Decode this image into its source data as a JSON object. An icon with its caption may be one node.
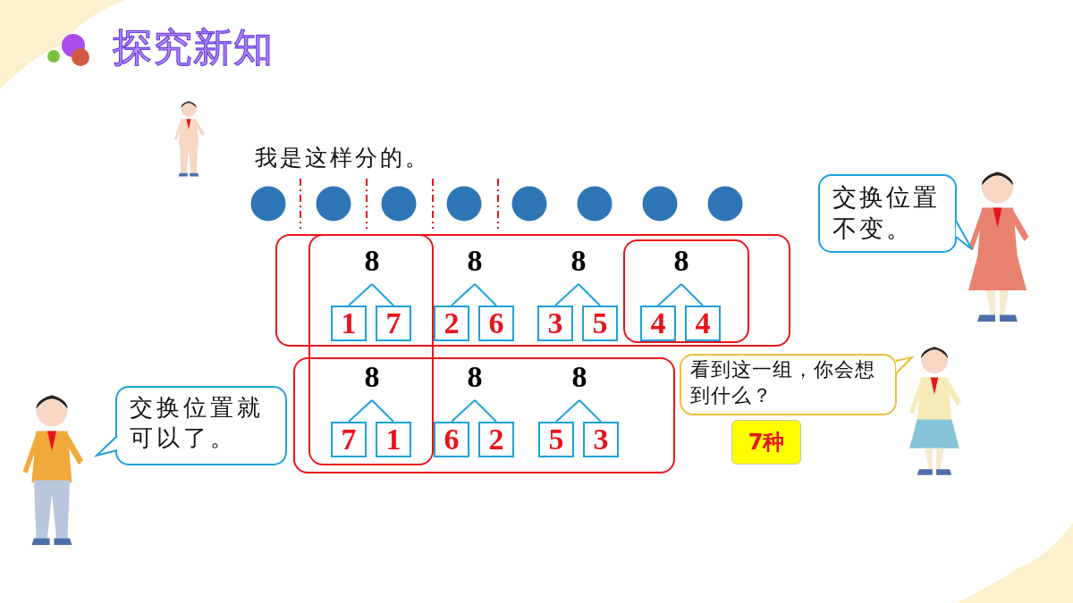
{
  "diagram": {
    "title": "探究新知",
    "nodes": [
      {
        "text": [
          "8"
        ]
      },
      {
        "text": [
          "1"
        ]
      },
      {
        "text": [
          "7"
        ]
      },
      {
        "text": [
          "8"
        ]
      },
      {
        "text": [
          "2"
        ]
      },
      {
        "text": [
          "6"
        ]
      },
      {
        "text": [
          "8"
        ]
      },
      {
        "text": [
          "3"
        ]
      },
      {
        "text": [
          "5"
        ]
      },
      {
        "text": [
          "8"
        ]
      },
      {
        "text": [
          "4"
        ]
      },
      {
        "text": [
          "4"
        ]
      },
      {
        "text": [
          "交换位置不变。"
        ]
      },
      {
        "text": [
          "8"
        ]
      },
      {
        "text": [
          "7"
        ]
      },
      {
        "text": [
          "1"
        ]
      },
      {
        "text": [
          "8"
        ]
      },
      {
        "text": [
          "6"
        ]
      },
      {
        "text": [
          "2"
        ]
      },
      {
        "text": [
          "8"
        ]
      },
      {
        "text": [
          "5"
        ]
      },
      {
        "text": [
          "3"
        ]
      },
      {
        "text": [
          "交换位置就可以了。"
        ]
      },
      {
        "text": [
          "看到这一组，你会想到什么？"
        ]
      },
      {
        "text": [
          "7种"
        ]
      }
    ],
    "edges": [
      {
        "from": 0,
        "to": 1,
        "arrow": "none"
      },
      {
        "from": 0,
        "to": 2,
        "arrow": "none"
      },
      {
        "from": 3,
        "to": 4,
        "arrow": "none"
      },
      {
        "from": 3,
        "to": 5,
        "arrow": "none"
      },
      {
        "from": 6,
        "to": 7,
        "arrow": "none"
      },
      {
        "from": 6,
        "to": 8,
        "arrow": "none"
      },
      {
        "from": 9,
        "to": 10,
        "arrow": "none"
      },
      {
        "from": 9,
        "to": 11,
        "arrow": "none"
      },
      {
        "from": 13,
        "to": 14,
        "arrow": "none"
      },
      {
        "from": 13,
        "to": 15,
        "arrow": "none"
      },
      {
        "from": 16,
        "to": 17,
        "arrow": "none"
      },
      {
        "from": 16,
        "to": 18,
        "arrow": "none"
      },
      {
        "from": 19,
        "to": 20,
        "arrow": "none"
      },
      {
        "from": 19,
        "to": 21,
        "arrow": "none"
      }
    ],
    "labels": [
      "我是这样分的。"
    ]
  }
}
